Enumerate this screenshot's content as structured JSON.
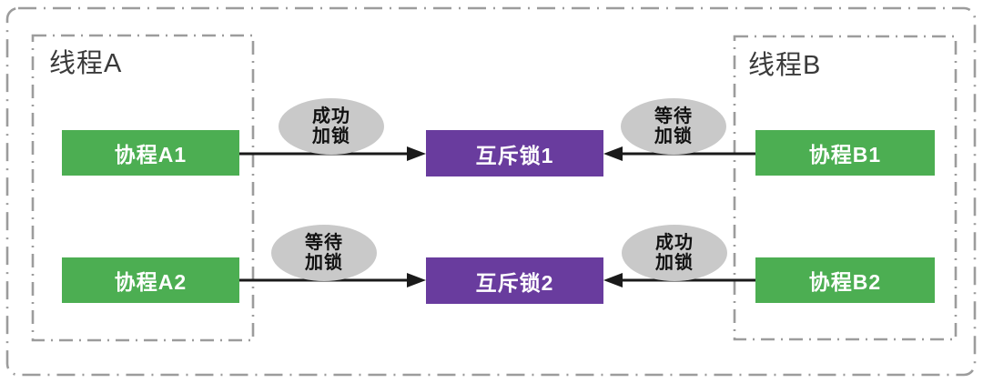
{
  "diagram": {
    "title_none": "",
    "thread_a": {
      "label": "线程A",
      "coroutines": [
        {
          "label": "协程A1"
        },
        {
          "label": "协程A2"
        }
      ]
    },
    "thread_b": {
      "label": "线程B",
      "coroutines": [
        {
          "label": "协程B1"
        },
        {
          "label": "协程B2"
        }
      ]
    },
    "mutexes": [
      {
        "label": "互斥锁1"
      },
      {
        "label": "互斥锁2"
      }
    ],
    "edges": [
      {
        "from": "协程A1",
        "to": "互斥锁1",
        "status_line1": "成功",
        "status_line2": "加锁"
      },
      {
        "from": "协程B1",
        "to": "互斥锁1",
        "status_line1": "等待",
        "status_line2": "加锁"
      },
      {
        "from": "协程A2",
        "to": "互斥锁2",
        "status_line1": "等待",
        "status_line2": "加锁"
      },
      {
        "from": "协程B2",
        "to": "互斥锁2",
        "status_line1": "成功",
        "status_line2": "加锁"
      }
    ],
    "colors": {
      "coroutine_green": "#4cae52",
      "mutex_purple": "#693c9e",
      "ellipse_gray": "#c9c9c9",
      "border_gray": "#9c9c9c",
      "arrow_black": "#1a1a1a"
    }
  }
}
